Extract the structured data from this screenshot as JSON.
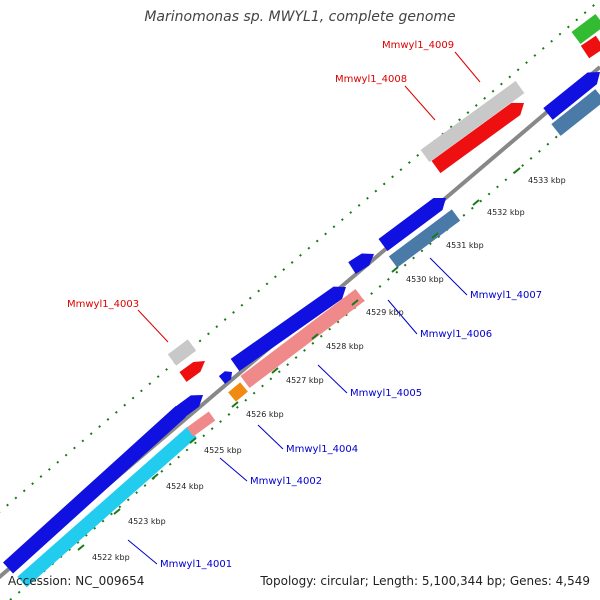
{
  "title": "Marinomonas sp. MWYL1, complete genome",
  "footer": {
    "accession": "Accession: NC_009654",
    "summary": "Topology: circular; Length: 5,100,344 bp; Genes: 4,549"
  },
  "colors": {
    "backbone": "#888888",
    "tick": "#1a7a1a",
    "blue_cds": "#1010e0",
    "steel_cds": "#4a7aa8",
    "cyan_cds": "#22ccee",
    "pink_cds": "#f08a8a",
    "orange_cds": "#f08a10",
    "gray_cds": "#c8c8c8",
    "red_cds": "#ee1010",
    "green_cds": "#33bb33",
    "red_label": "#dd0000",
    "blue_label": "#0000cc"
  },
  "ticks": [
    {
      "label": "4522 kbp"
    },
    {
      "label": "4523 kbp"
    },
    {
      "label": "4524 kbp"
    },
    {
      "label": "4525 kbp"
    },
    {
      "label": "4526 kbp"
    },
    {
      "label": "4527 kbp"
    },
    {
      "label": "4528 kbp"
    },
    {
      "label": "4529 kbp"
    },
    {
      "label": "4530 kbp"
    },
    {
      "label": "4531 kbp"
    },
    {
      "label": "4532 kbp"
    },
    {
      "label": "4533 kbp"
    }
  ],
  "gene_labels": [
    {
      "text": "Mmwyl1_4009",
      "color": "red"
    },
    {
      "text": "Mmwyl1_4008",
      "color": "red"
    },
    {
      "text": "Mmwyl1_4003",
      "color": "red"
    },
    {
      "text": "Mmwyl1_4007",
      "color": "blue"
    },
    {
      "text": "Mmwyl1_4006",
      "color": "blue"
    },
    {
      "text": "Mmwyl1_4005",
      "color": "blue"
    },
    {
      "text": "Mmwyl1_4004",
      "color": "blue"
    },
    {
      "text": "Mmwyl1_4002",
      "color": "blue"
    },
    {
      "text": "Mmwyl1_4001",
      "color": "blue"
    }
  ]
}
